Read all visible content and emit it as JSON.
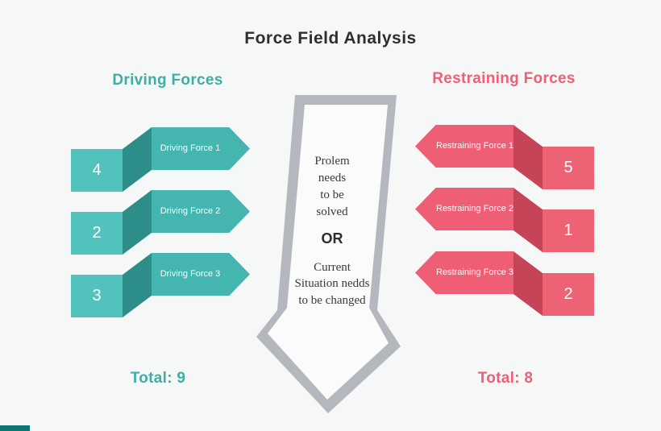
{
  "title": "Force Field Analysis",
  "left": {
    "heading": "Driving Forces",
    "total_label": "Total: 9",
    "items": [
      {
        "label": "Driving Force 1",
        "value": "4"
      },
      {
        "label": "Driving Force 2",
        "value": "2"
      },
      {
        "label": "Driving Force 3",
        "value": "3"
      }
    ]
  },
  "right": {
    "heading": "Restraining Forces",
    "total_label": "Total: 8",
    "items": [
      {
        "label": "Restraining Force 1",
        "value": "5"
      },
      {
        "label": "Restraining Force 2",
        "value": "1"
      },
      {
        "label": "Restraining Force 3",
        "value": "2"
      }
    ]
  },
  "center": {
    "problem_text": "Prolem\nneeds\nto be\nsolved",
    "or_text": "OR",
    "situation_text": "Current\nSituation nedds\nto be changed"
  },
  "colors": {
    "teal": "#45b5af",
    "teal_light": "#52c3bc",
    "teal_dark": "#2d8d88",
    "pink": "#ee5e74",
    "pink_light": "#ee6276",
    "pink_dark": "#c64458",
    "tie_gray": "#b4b8be",
    "background": "#f6f7f7"
  }
}
